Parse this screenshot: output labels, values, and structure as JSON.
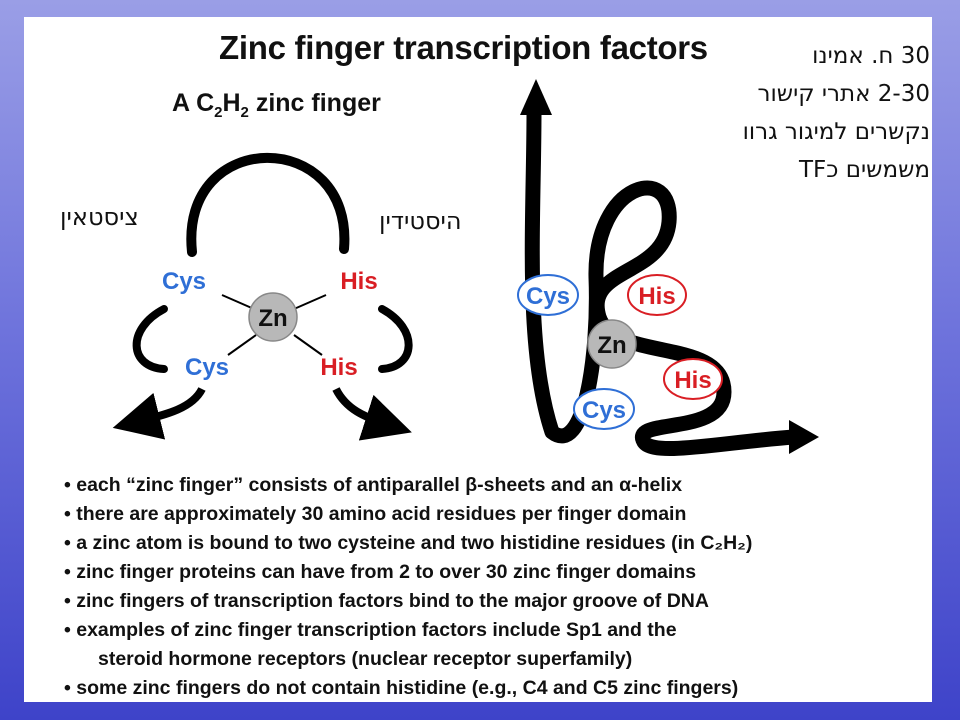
{
  "title": "Zinc finger transcription factors",
  "subtitle": {
    "prefix": "A C",
    "sub1": "2",
    "mid": "H",
    "sub2": "2",
    "suffix": " zinc finger"
  },
  "hebrew_notes": [
    "30 ח. אמינו",
    "2-30 אתרי קישור",
    "נקשרים למיגור גרוו",
    "משמשים כTF"
  ],
  "hebrew_labels": {
    "cysteine": "ציסטאין",
    "histidine": "היסטידין"
  },
  "residues": {
    "cys": "Cys",
    "his": "His",
    "zn": "Zn"
  },
  "colors": {
    "cys": "#2f6fd6",
    "his": "#d91e24",
    "zn_fill": "#b8b8b8",
    "line": "#000000"
  },
  "bullets": [
    {
      "text": "• each “zinc finger” consists of antiparallel β-sheets and an α-helix"
    },
    {
      "text": "• there are approximately 30 amino acid residues per finger domain"
    },
    {
      "text": "• a zinc atom is bound to two cysteine and two histidine residues (in C₂H₂)"
    },
    {
      "text": "• zinc finger proteins can have from 2 to over 30 zinc finger domains"
    },
    {
      "text": "• zinc fingers of transcription factors bind to the major groove of DNA"
    },
    {
      "text": "• examples of zinc finger transcription factors include Sp1 and the"
    },
    {
      "text": "steroid hormone receptors (nuclear receptor superfamily)",
      "continuation": true
    },
    {
      "text": "• some zinc fingers do not contain histidine (e.g., C4 and C5 zinc fingers)"
    }
  ]
}
